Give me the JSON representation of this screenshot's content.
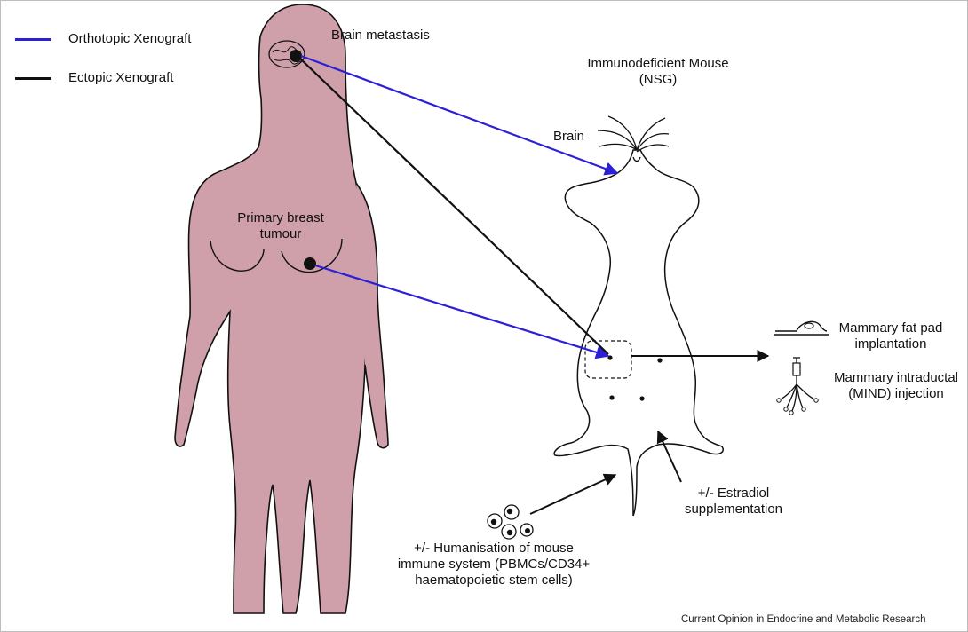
{
  "legend": {
    "orthotopic": {
      "label": "Orthotopic Xenograft",
      "color": "#2b1fd8"
    },
    "ectopic": {
      "label": "Ectopic Xenograft",
      "color": "#111111"
    }
  },
  "labels": {
    "brain_metastasis": "Brain metastasis",
    "mouse_title_1": "Immunodeficient Mouse",
    "mouse_title_2": "(NSG)",
    "brain": "Brain",
    "primary_tumour_1": "Primary breast",
    "primary_tumour_2": "tumour",
    "fat_pad_1": "Mammary fat pad",
    "fat_pad_2": "implantation",
    "mind_1": "Mammary intraductal",
    "mind_2": "(MIND) injection",
    "estradiol_1": "+/- Estradiol",
    "estradiol_2": "supplementation",
    "humanisation_1": "+/- Humanisation of mouse",
    "humanisation_2": "immune system (PBMCs/CD34+",
    "humanisation_3": "haematopoietic stem cells)"
  },
  "footer": {
    "credit": "Current Opinion in Endocrine and Metabolic Research"
  },
  "colors": {
    "body_fill": "#cfa0aa",
    "body_stroke": "#111111"
  }
}
